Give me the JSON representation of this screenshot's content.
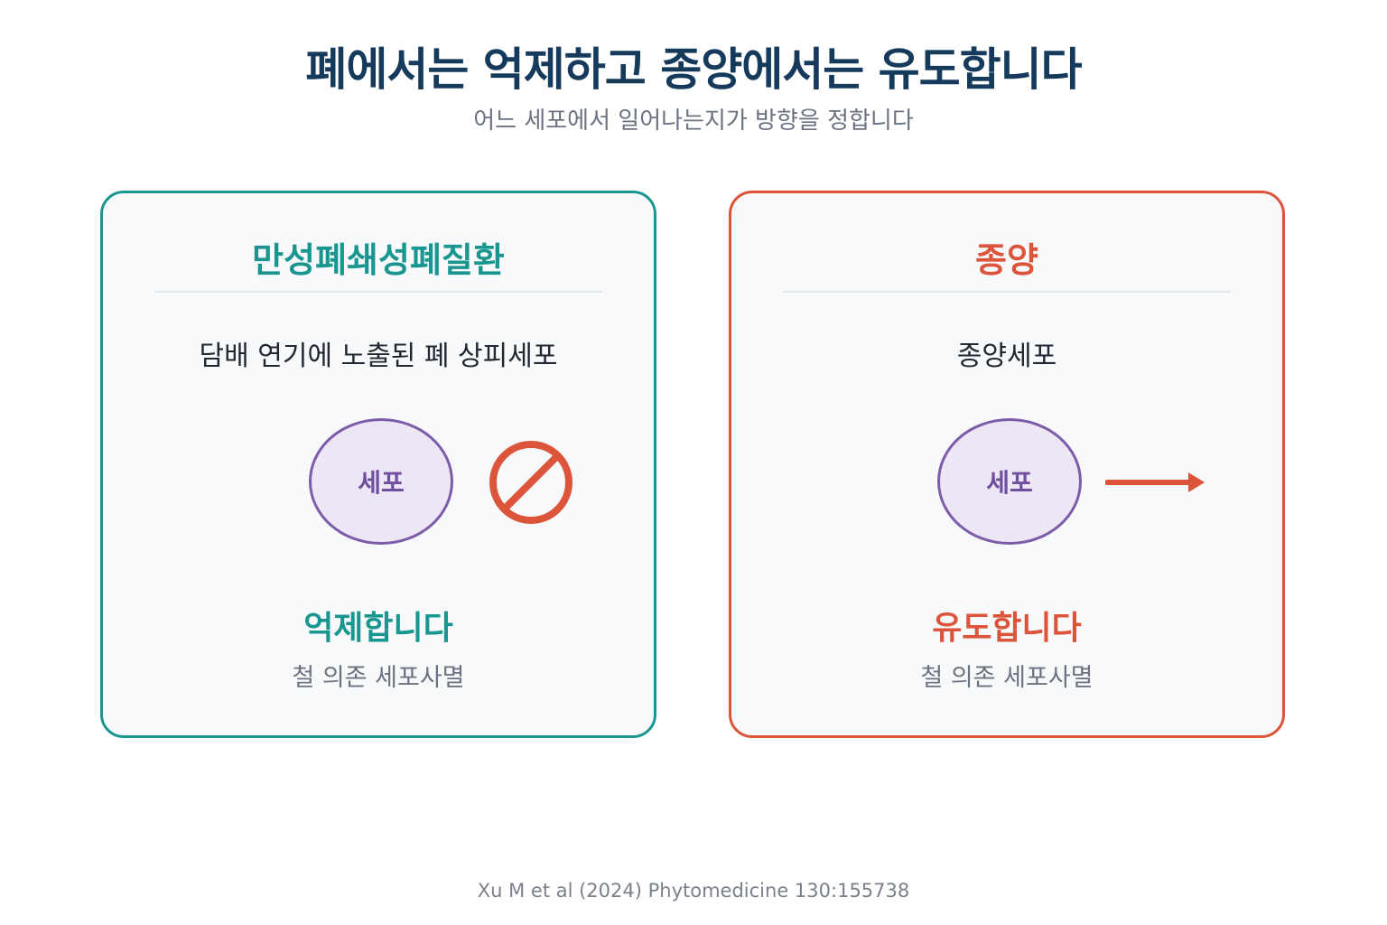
{
  "header": {
    "title": "폐에서는 억제하고 종양에서는 유도합니다",
    "subtitle": "어느 세포에서 일어나는지가 방향을 정합니다"
  },
  "panels": [
    {
      "title": "만성폐쇄성폐질환",
      "cell_context": "담배 연기에 노출된 폐 상피세포",
      "cell_label": "세포",
      "effect_icon": "prohibition-icon",
      "outcome": "억제합니다",
      "mechanism": "철 의존 세포사멸",
      "accent_color": "#1a9690"
    },
    {
      "title": "종양",
      "cell_context": "종양세포",
      "cell_label": "세포",
      "effect_icon": "arrow-right-icon",
      "outcome": "유도합니다",
      "mechanism": "철 의존 세포사멸",
      "accent_color": "#dc553b"
    }
  ],
  "footer": {
    "source": "Xu M et al (2024) Phytomedicine 130:155738"
  }
}
